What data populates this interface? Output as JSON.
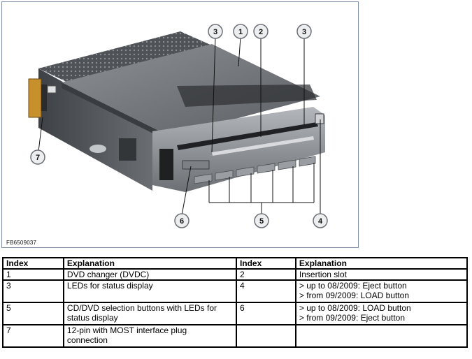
{
  "figure": {
    "code": "FB6509037",
    "callouts": [
      "1",
      "2",
      "3",
      "3",
      "4",
      "5",
      "6",
      "7"
    ]
  },
  "table": {
    "headers": [
      "Index",
      "Explanation",
      "Index",
      "Explanation"
    ],
    "rows": [
      {
        "i1": "1",
        "e1": [
          "DVD changer (DVDC)"
        ],
        "i2": "2",
        "e2": [
          "Insertion slot"
        ]
      },
      {
        "i1": "3",
        "e1": [
          "LEDs for status display"
        ],
        "i2": "4",
        "e2": [
          "> up to 08/2009: Eject button",
          "> from 09/2009: LOAD button"
        ]
      },
      {
        "i1": "5",
        "e1": [
          "CD/DVD selection buttons with LEDs for",
          "status display"
        ],
        "i2": "6",
        "e2": [
          "> up to 08/2009: LOAD button",
          "> from 09/2009: Eject button"
        ]
      },
      {
        "i1": "7",
        "e1": [
          "12-pin with MOST interface plug",
          "connection"
        ],
        "i2": "",
        "e2": []
      }
    ]
  }
}
